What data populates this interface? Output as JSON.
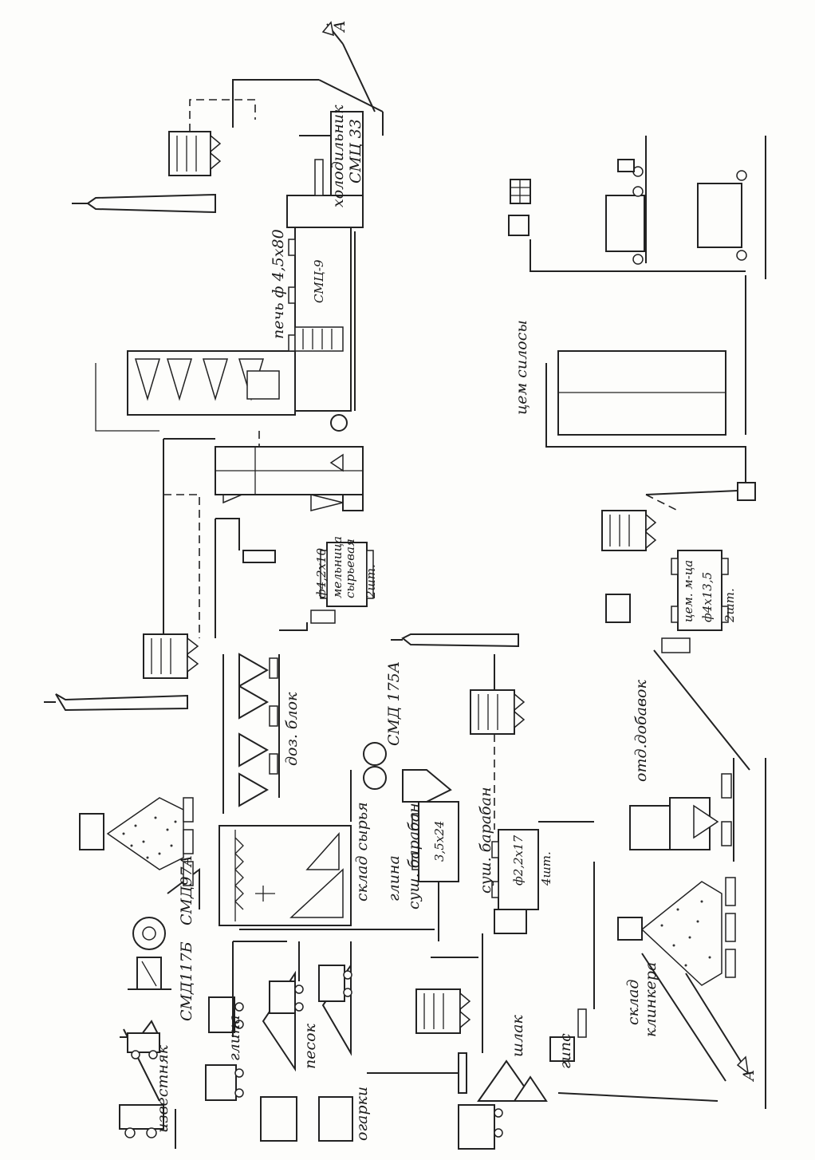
{
  "labels": {
    "limestone": "известняк",
    "clay": "глина",
    "sand": "песок",
    "cinders": "огарки",
    "slag": "шлак",
    "gypsum": "гипс",
    "crusher_1": "СМД117Б",
    "crusher_2": "СМД97А",
    "raw_store": "склад сырья",
    "dosing_block": "доз. блок",
    "crusher_3": "СМД 175А",
    "clay_dryer_1": "глина",
    "clay_dryer_2": "суш. барабан",
    "dryer_size_1": "3,5х24",
    "slag_dryer": "суш. барабан",
    "slag_dryer_size": "ф2,2х17",
    "slag_dryer_count": "4шт.",
    "raw_mill_size": "ф4,2х10",
    "raw_mill_name_1": "мельница",
    "raw_mill_name_2": "сырьевая",
    "raw_mill_count": "2шт.",
    "kiln": "печь ф 4,5х80",
    "kiln_model": "СМЦ-9",
    "cooler_1": "холодильник",
    "cooler_2": "СМЦ 33",
    "cement_mill_1": "цем. м-ца",
    "cement_mill_size": "ф4х13,5",
    "cement_mill_count": "2шт.",
    "cement_silos": "цем силосы",
    "additives_section": "отд.добавок",
    "clinker_store_1": "склад",
    "clinker_store_2": "клинкера",
    "marker_top": "А",
    "marker_bottom": "А"
  }
}
